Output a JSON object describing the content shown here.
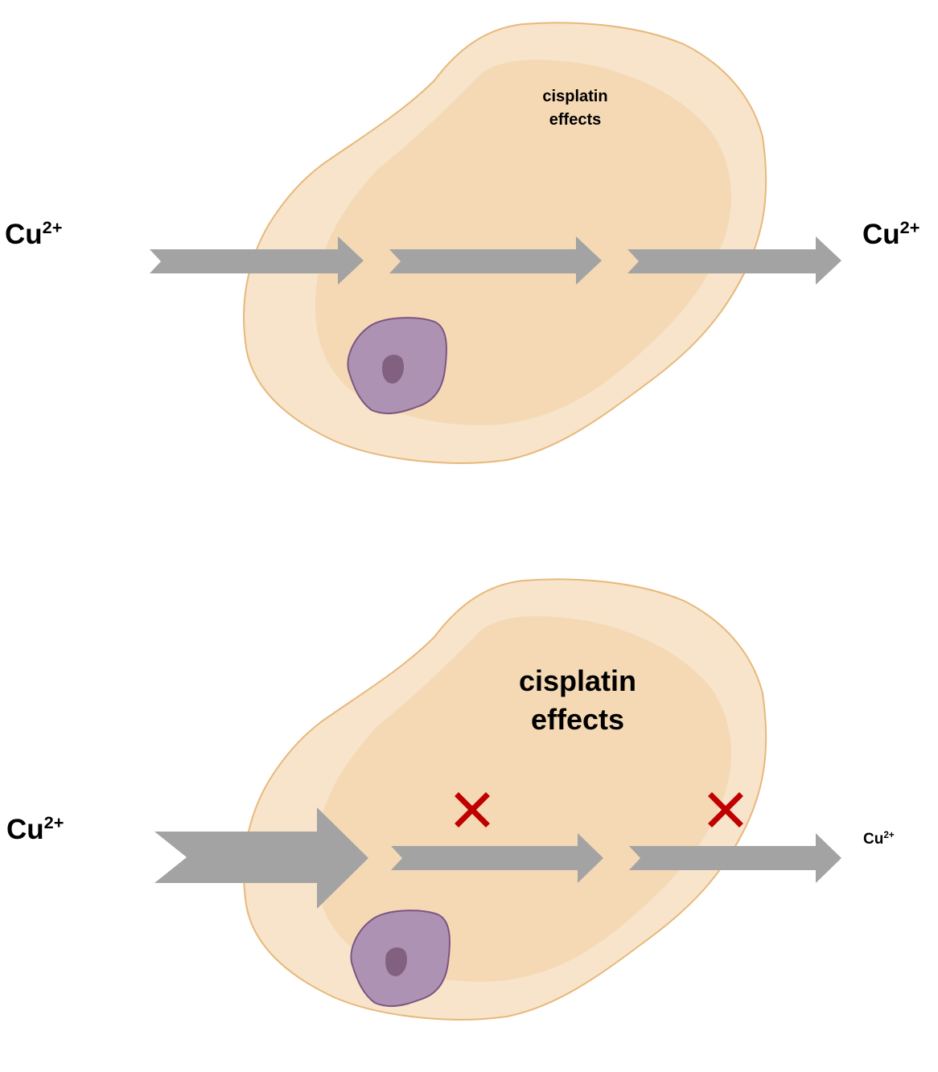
{
  "colors": {
    "cell_outer": "#f7e4cb",
    "cell_inner": "#f4d9b4",
    "cell_outline": "#e8b87a",
    "nucleus": "#ad92b3",
    "nucleus_outline": "#7c5582",
    "nucleolus": "#82607f",
    "arrow": "#a3a3a3",
    "block_mark": "#c00000"
  },
  "ion": {
    "symbol": "Cu",
    "charge": "2+"
  },
  "panels": {
    "top": {
      "effects_line1": "cisplatin",
      "effects_line2": "effects"
    },
    "bottom": {
      "effects_line1": "cisplatin",
      "effects_line2": "effects"
    }
  }
}
